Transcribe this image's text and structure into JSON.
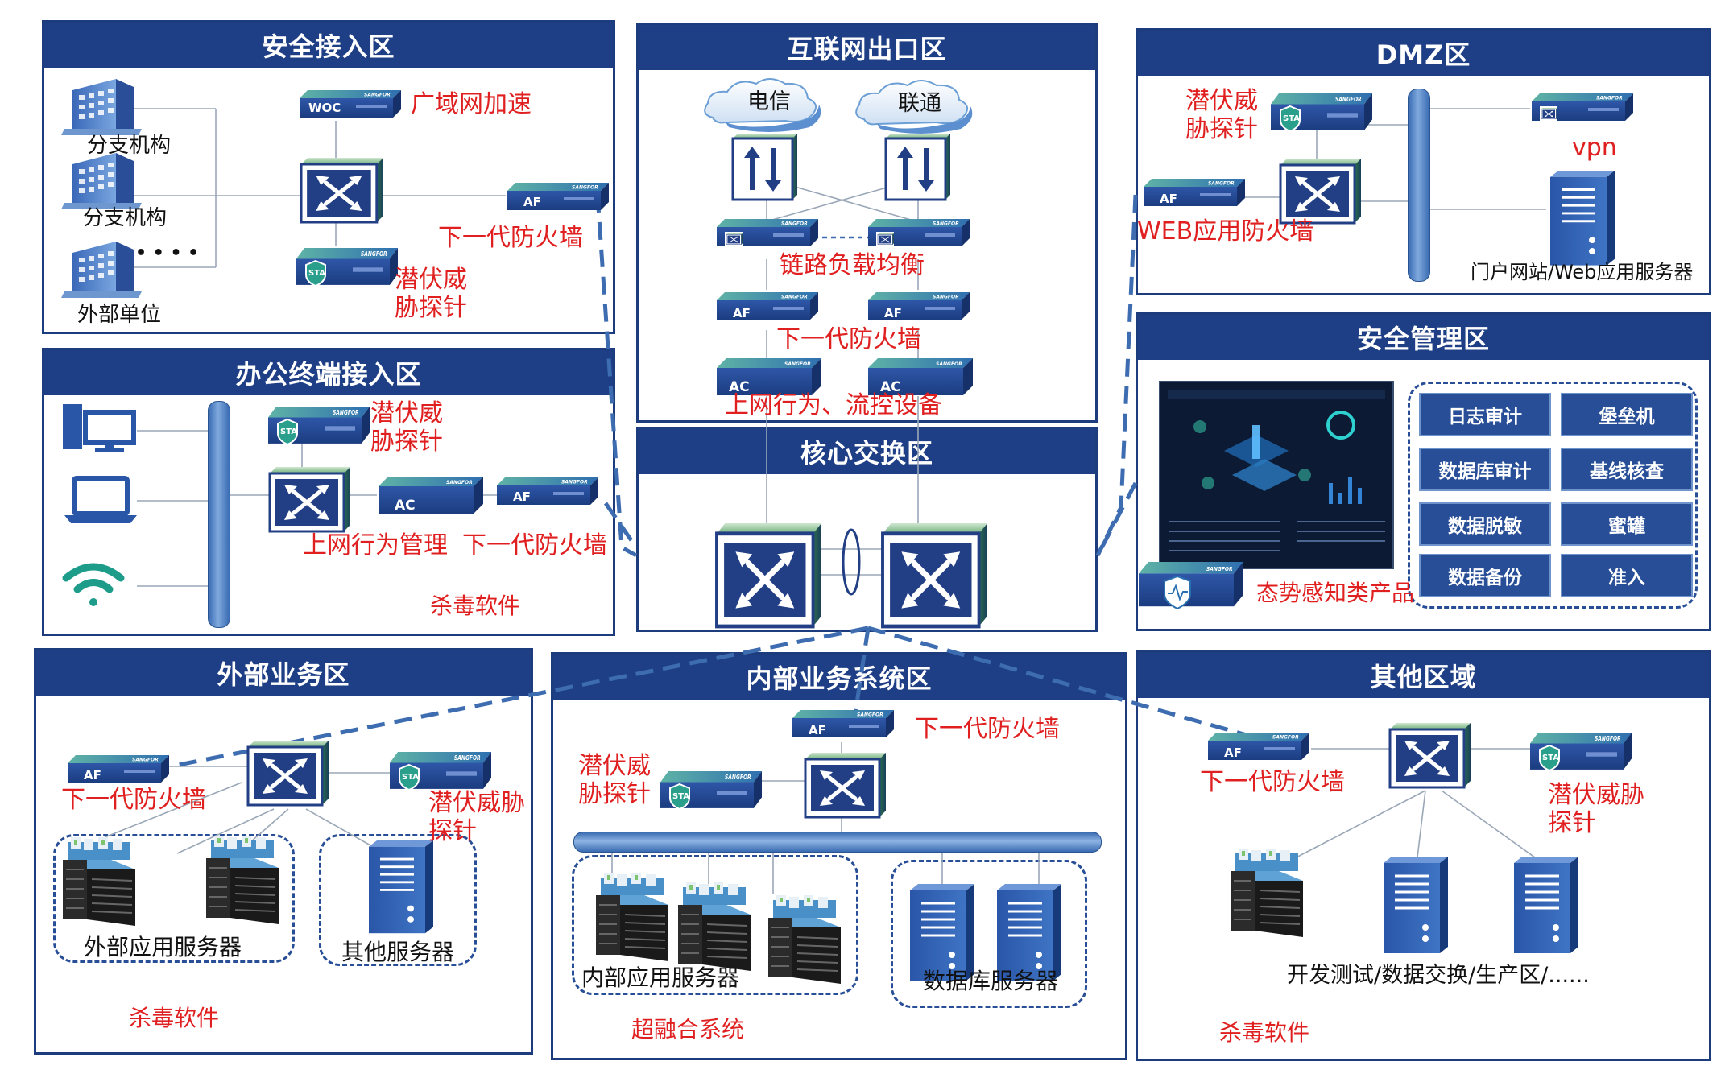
{
  "zones": {
    "access": {
      "title": "安全接入区"
    },
    "internet": {
      "title": "互联网出口区"
    },
    "dmz": {
      "title": "DMZ区"
    },
    "office": {
      "title": "办公终端接入区"
    },
    "core": {
      "title": "核心交换区"
    },
    "mgmt": {
      "title": "安全管理区"
    },
    "external": {
      "title": "外部业务区"
    },
    "internal": {
      "title": "内部业务系统区"
    },
    "other": {
      "title": "其他区域"
    }
  },
  "labels": {
    "branch1": "分支机构",
    "branch2": "分支机构",
    "external_unit": "外部单位",
    "ellipsis": "• • • •",
    "wan_accel": "广域网加速",
    "ngfw": "下一代防火墙",
    "sta": "潜伏威\n胁探针",
    "telecom": "电信",
    "unicom": "联通",
    "link_lb": "链路负载均衡",
    "ngfw_inet": "下一代防火墙",
    "ac_inet": "上网行为、流控设备",
    "dmz_sta": "潜伏威\n胁探针",
    "vpn": "vpn",
    "waf": "WEB应用防火墙",
    "portal": "门户网站/Web应用服务器",
    "office_sta": "潜伏威\n胁探针",
    "office_ac": "上网行为管理",
    "office_ngfw": "下一代防火墙",
    "office_av": "杀毒软件",
    "situation": "态势感知类产品",
    "ext_ngfw": "下一代防火墙",
    "ext_sta": "潜伏威胁\n探针",
    "ext_app_servers": "外部应用服务器",
    "ext_other_servers": "其他服务器",
    "ext_av": "杀毒软件",
    "int_ngfw": "下一代防火墙",
    "int_sta": "潜伏威\n胁探针",
    "int_app_servers": "内部应用服务器",
    "int_db_servers": "数据库服务器",
    "hci": "超融合系统",
    "oth_ngfw": "下一代防火墙",
    "oth_sta": "潜伏威胁\n探针",
    "oth_env": "开发测试/数据交换/生产区/......",
    "oth_av": "杀毒软件"
  },
  "device_badges": {
    "woc": "WOC",
    "af": "AF",
    "ac": "AC",
    "sta": "STA",
    "brand": "SANGFOR"
  },
  "mgmt_services": [
    "日志审计",
    "堡垒机",
    "数据库审计",
    "基线核查",
    "数据脱敏",
    "蜜罐",
    "数据备份",
    "准入"
  ],
  "colors": {
    "header_bg": "#1e3f86",
    "zone_border": "#1d3c7d",
    "red_label": "#e02020",
    "switch_face": "#223f86",
    "dashed_link": "#3d6db0"
  },
  "icons": [
    "building-icon",
    "switch-icon",
    "router-icon",
    "cloud-icon",
    "server-icon",
    "rack-icon",
    "desktop-icon",
    "laptop-icon",
    "wifi-icon",
    "dashboard-screen"
  ]
}
